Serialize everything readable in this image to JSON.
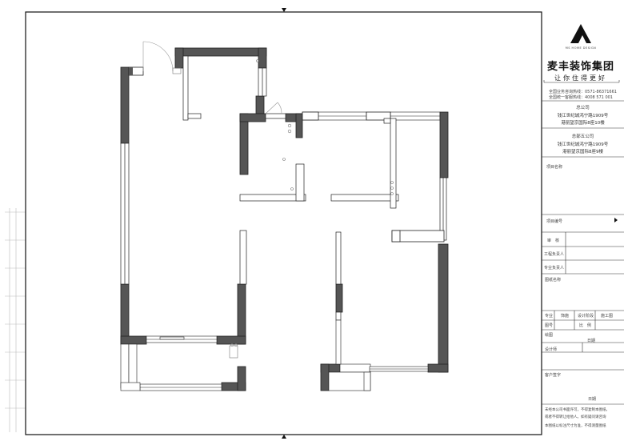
{
  "title_block": {
    "company_name": "麦丰装饰集团",
    "slogan": "让你住得更好",
    "logo_subtext": "MS HOME DESIGN",
    "hotline_service": "全国业务咨询热线：0571-86371661",
    "hotline_single": "全国统一客服热线：4008 571 001",
    "hq_label": "总公司",
    "hq_address_1": "钱江世纪城鸿宁路1909号",
    "hq_address_2": "港丽望京国际8座10楼",
    "branch_label": "总部五公司",
    "branch_address_1": "钱江世纪城鸿宁路1909号",
    "branch_address_2": "港丽望京国际8座9楼",
    "project_name_label": "项目名称",
    "project_number_label": "项目编号",
    "review_label": "审　核",
    "engineering_lead_label": "工程负责人",
    "specialty_lead_label": "专业负责人",
    "drawing_name_label": "图纸名称",
    "specialty_label": "专业",
    "specialty_value": "饰施",
    "design_stage_label": "设计阶段",
    "design_stage_value": "施工图",
    "drawing_number_label": "图号",
    "scale_label": "比　例",
    "drawing_label": "绘图",
    "date_label": "日期",
    "designer_label": "设计师",
    "client_signature_label": "客户签字",
    "client_date_label": "日期",
    "note_1": "未经本公司书面许可，不得复制本图纸，",
    "note_2": "或者不得转让给他人。如有疑问请咨询",
    "note_3": "本图纸以标注尺寸为准，不得测量图纸"
  }
}
